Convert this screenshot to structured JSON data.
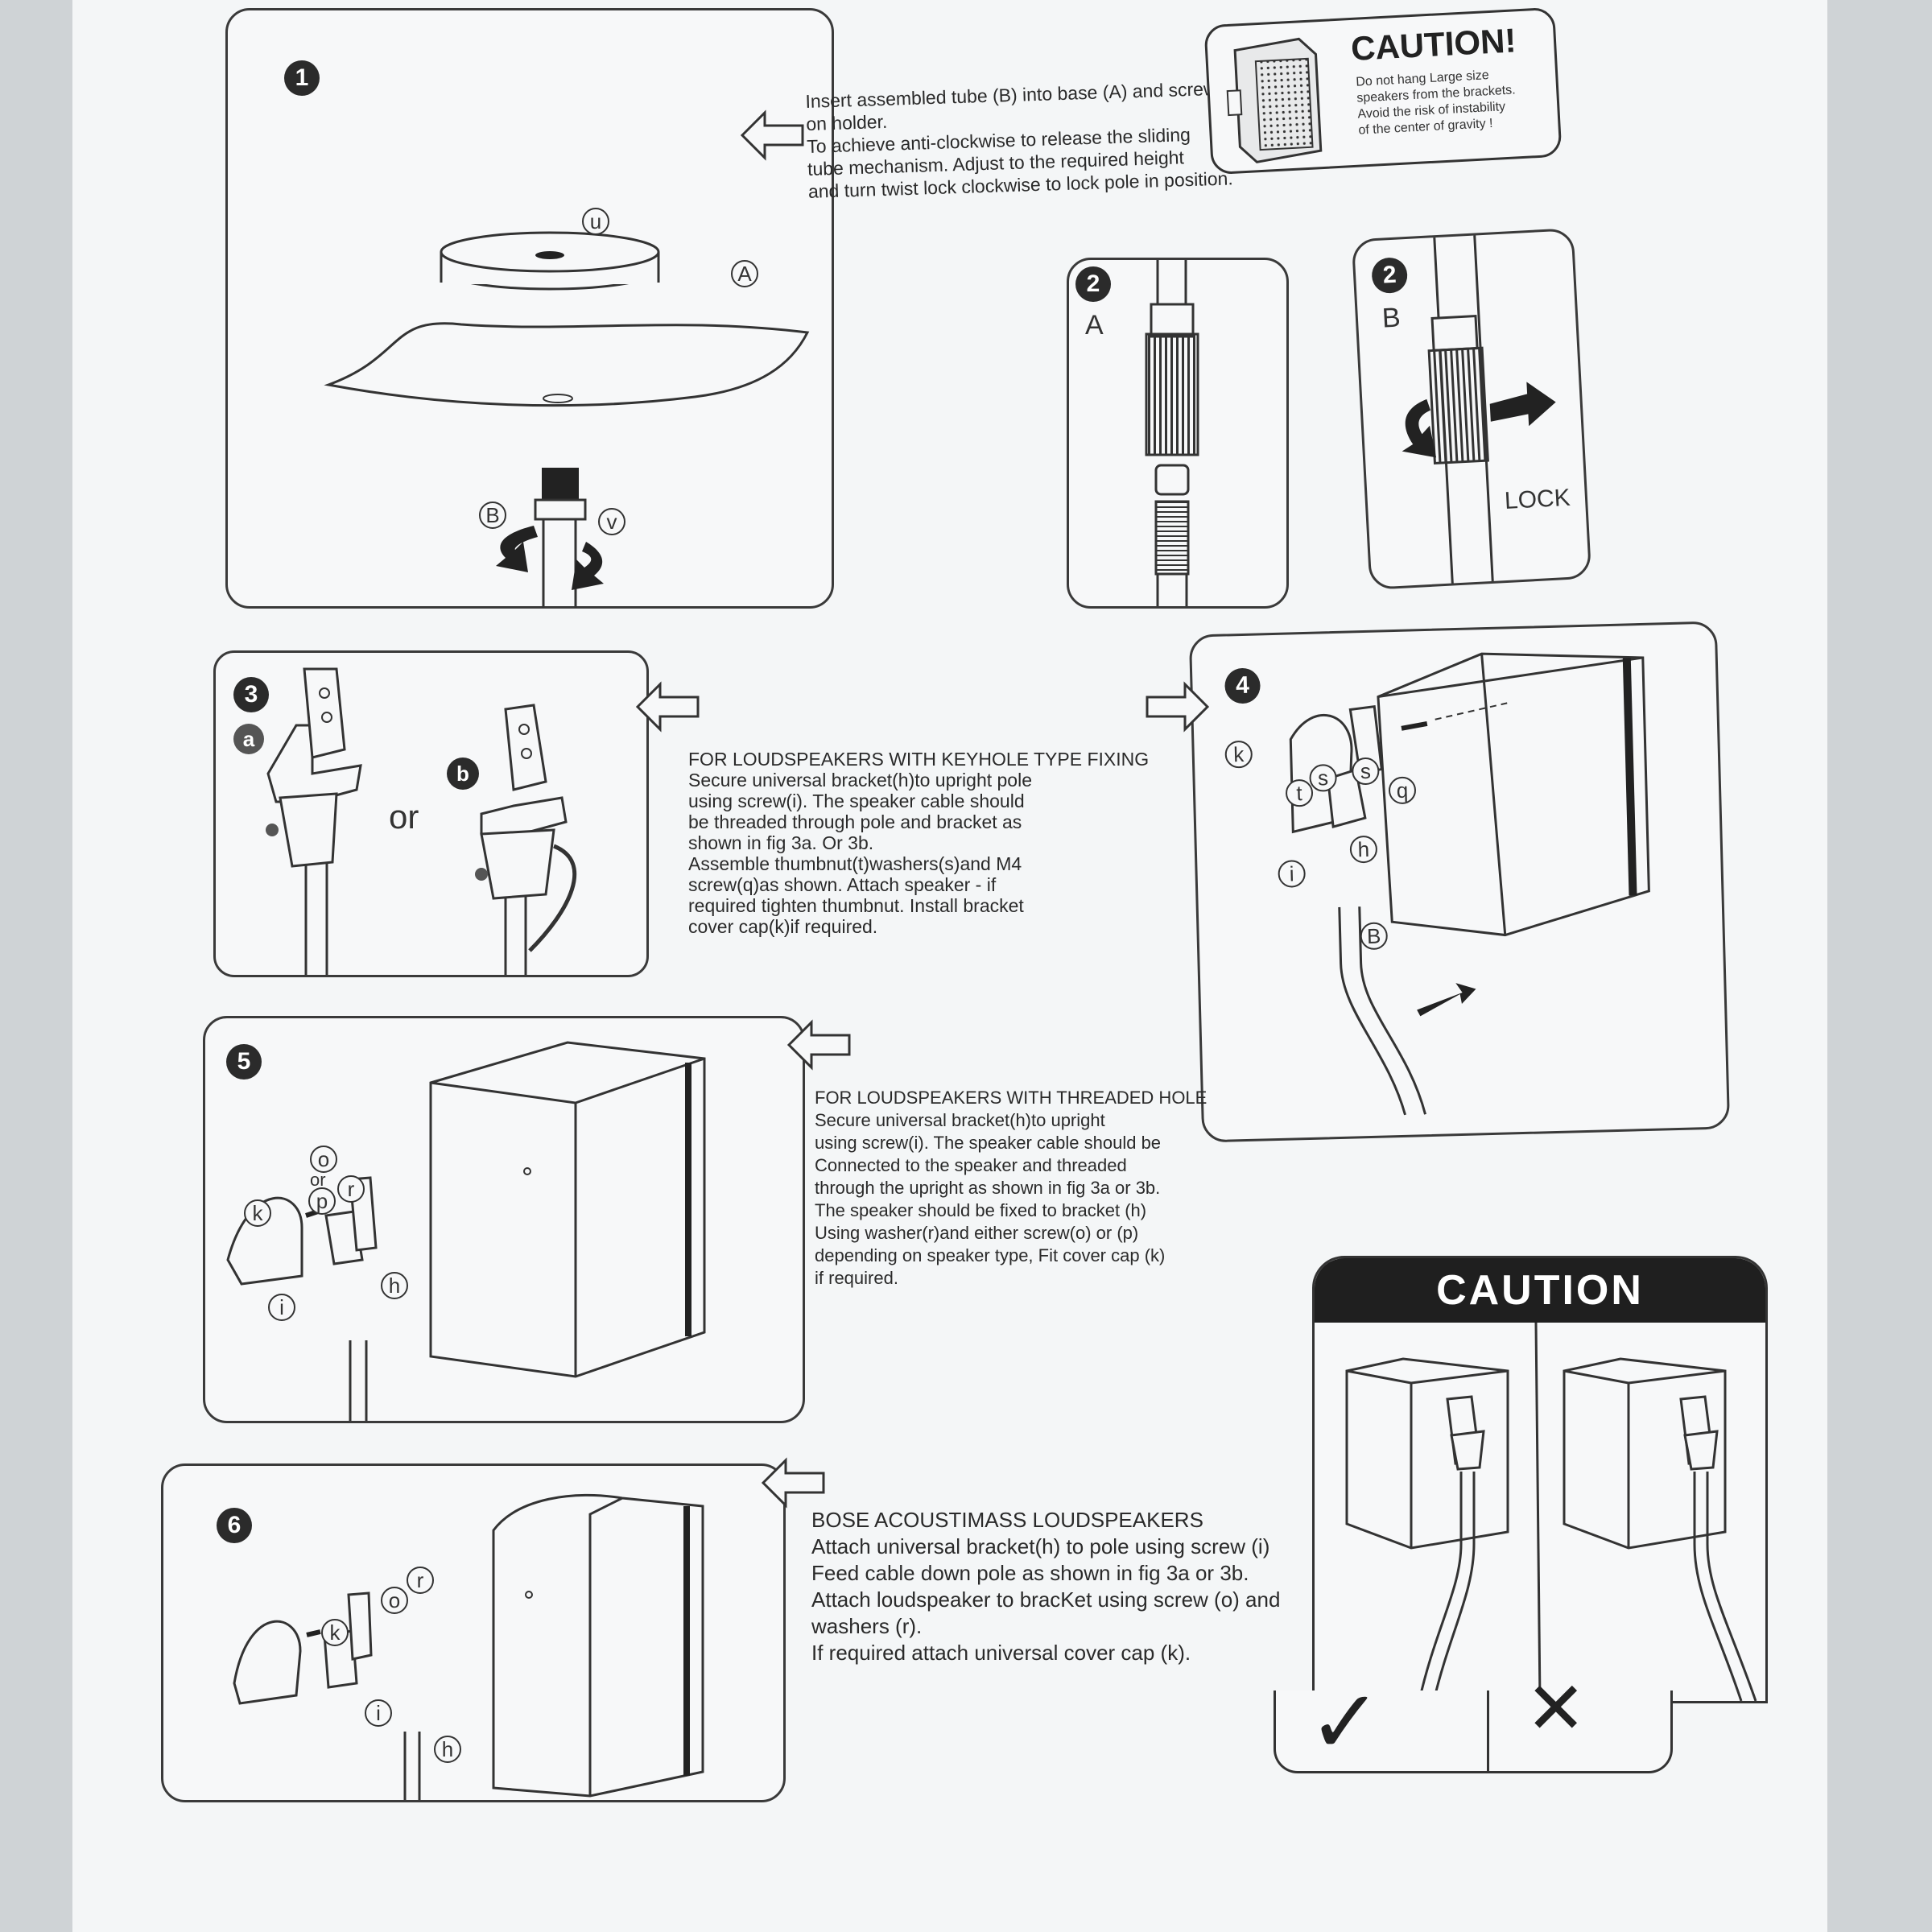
{
  "caution_small": {
    "title": "CAUTION!",
    "lines": [
      "Do not hang Large size",
      "speakers from the brackets.",
      "Avoid the risk of instability",
      "of the center of gravity !"
    ]
  },
  "step1": {
    "number": "1",
    "labels": {
      "u": "u",
      "a": "A",
      "b": "B",
      "v": "v"
    },
    "text": [
      "Insert assembled tube (B) into base (A) and  screw",
      "on holder.",
      "To achieve anti-clockwise to release the sliding",
      "tube mechanism. Adjust to the required height",
      "and turn twist lock clockwise to lock pole  in position."
    ]
  },
  "step2a": {
    "number": "2",
    "letter": "A"
  },
  "step2b": {
    "number": "2",
    "letter": "B",
    "lock_label": "LOCK"
  },
  "step3": {
    "number": "3",
    "variant_a": "a",
    "variant_b": "b",
    "or_label": "or",
    "heading": "FOR LOUDSPEAKERS WITH KEYHOLE TYPE FIXING",
    "text": [
      "Secure universal bracket(h)to upright pole",
      "using screw(i). The speaker cable should",
      "be threaded through pole and bracket as",
      "shown in fig 3a. Or 3b.",
      "Assemble thumbnut(t)washers(s)and M4",
      "screw(q)as shown. Attach speaker - if",
      "required tighten thumbnut. Install bracket",
      "cover cap(k)if required."
    ]
  },
  "step4": {
    "number": "4",
    "labels": {
      "k": "k",
      "t": "t",
      "s1": "s",
      "s2": "s",
      "q": "q",
      "h": "h",
      "i": "i",
      "b": "B"
    }
  },
  "step5": {
    "number": "5",
    "labels": {
      "o": "o",
      "or": "or",
      "p": "p",
      "r": "r",
      "k": "k",
      "h": "h",
      "i": "i"
    },
    "heading": "FOR LOUDSPEAKERS WITH THREADED HOLE",
    "text": [
      "Secure universal bracket(h)to upright",
      "using screw(i). The speaker cable should be",
      "Connected to the speaker and threaded",
      "through the upright as shown in fig 3a  or 3b.",
      "The speaker should be fixed to bracket (h)",
      "Using washer(r)and either screw(o) or (p)",
      "depending on speaker type, Fit cover cap (k)",
      "if required."
    ]
  },
  "step6": {
    "number": "6",
    "labels": {
      "r": "r",
      "o": "o",
      "k": "k",
      "i": "i",
      "h": "h"
    },
    "heading": "BOSE ACOUSTIMASS LOUDSPEAKERS",
    "text": [
      "Attach  universal bracket(h) to pole  using screw (i)",
      "Feed cable down pole as shown in fig  3a or 3b.",
      "Attach loudspeaker to bracKet using screw (o) and",
      "washers (r).",
      "If required attach universal cover cap (k)."
    ]
  },
  "caution_big": {
    "title": "CAUTION",
    "correct_mark": "✓",
    "wrong_mark": "✕"
  }
}
